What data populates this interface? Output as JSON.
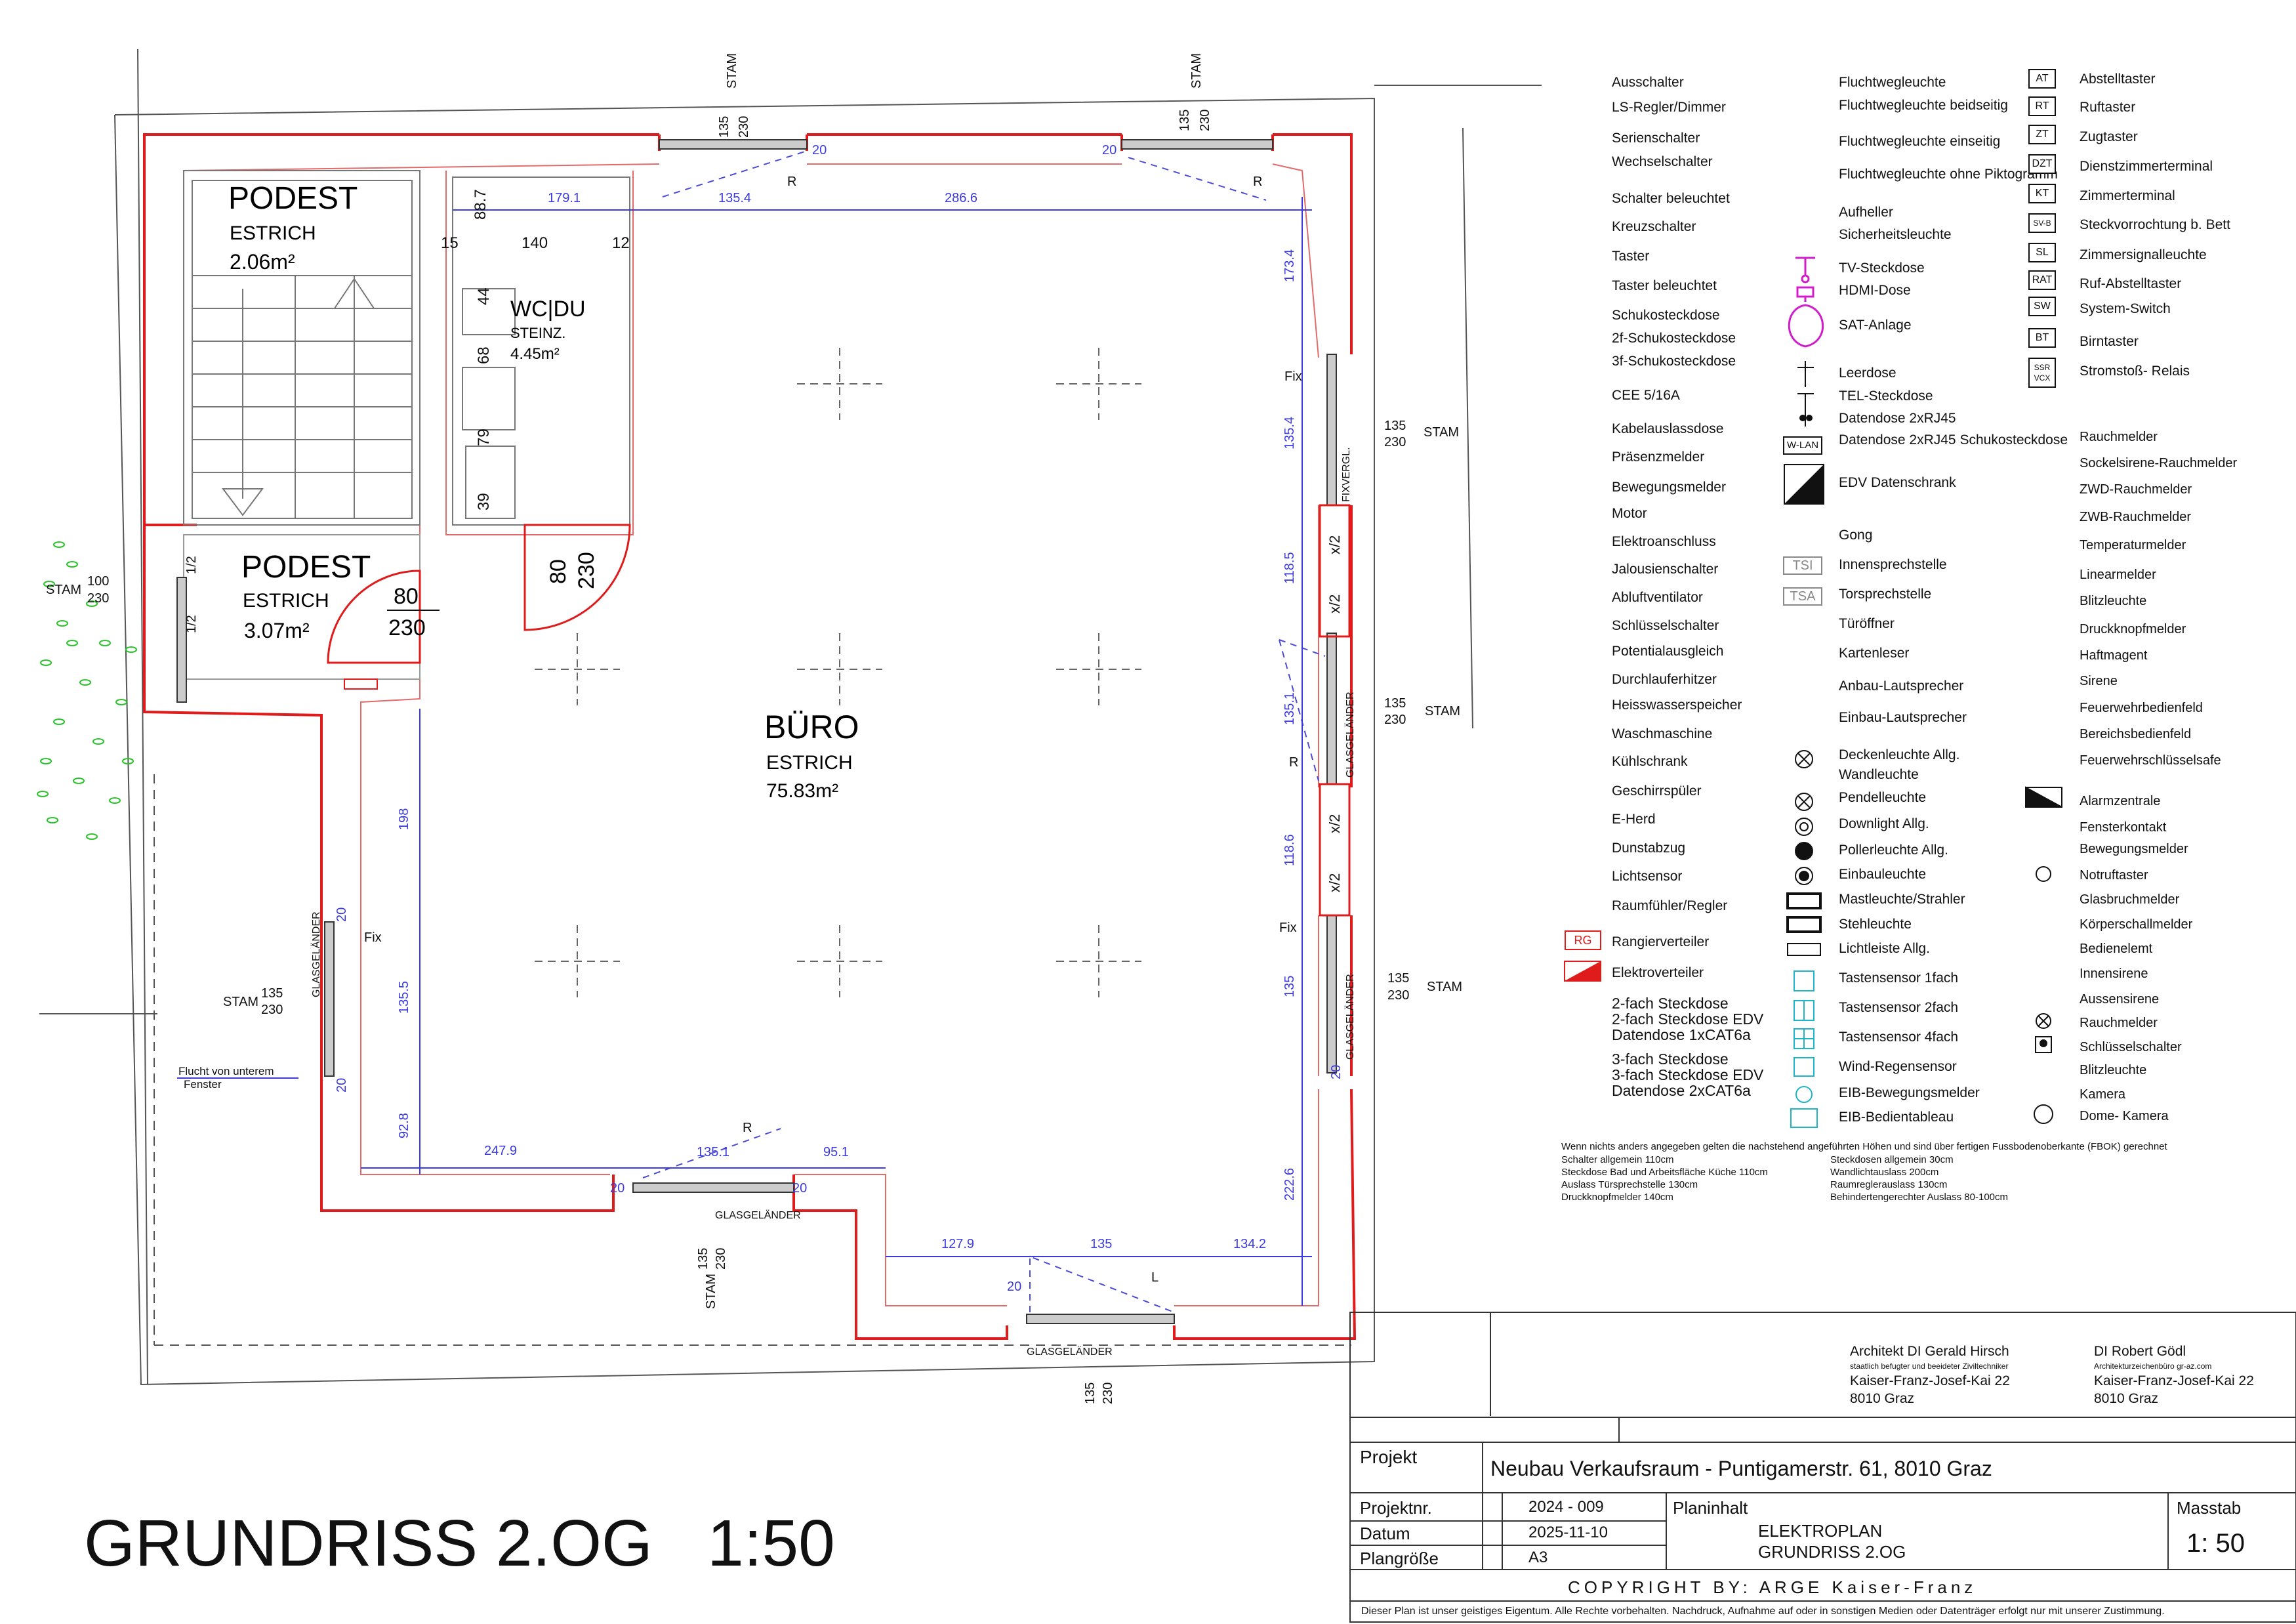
{
  "rooms": [
    {
      "name": "PODEST",
      "floor": "ESTRICH",
      "area": "2.06m²"
    },
    {
      "name": "PODEST",
      "floor": "ESTRICH",
      "area": "3.07m²"
    },
    {
      "name": "WC|DU",
      "floor": "STEINZ.",
      "area": "4.45m²"
    },
    {
      "name": "BÜRO",
      "floor": "ESTRICH",
      "area": "75.83m²"
    }
  ],
  "dimensions": {
    "top": [
      "179.1",
      "135.4",
      "286.6"
    ],
    "wc": [
      "88.7",
      "15",
      "140",
      "12",
      "44",
      "68",
      "79",
      "39"
    ],
    "right": [
      "173.4",
      "135.4",
      "118.5",
      "135.1",
      "118.6",
      "135",
      "222.6"
    ],
    "bottom": [
      "247.9",
      "135.1",
      "95.1",
      "127.9",
      "135",
      "134.2"
    ],
    "left": [
      "198",
      "135.5",
      "92.8"
    ],
    "door_wc": [
      "80",
      "230"
    ],
    "door_podest": [
      "80",
      "230"
    ]
  },
  "windows": {
    "stam": "STAM",
    "w135": "135",
    "h230": "230",
    "w100": "100",
    "w20": "20",
    "half": "1/2",
    "xhalf": "x/2",
    "fix": "Fix",
    "fixvergl": "FIXVERGL.",
    "glas": "GLASGELÄNDER",
    "r": "R",
    "l": "L",
    "flucht1": "Flucht von unterem",
    "flucht2": "Fenster"
  },
  "legend": {
    "col1": [
      "Ausschalter",
      "LS-Regler/Dimmer",
      "Serienschalter",
      "Wechselschalter",
      "Schalter beleuchtet",
      "Kreuzschalter",
      "Taster",
      "Taster beleuchtet",
      "Schukosteckdose",
      "2f-Schukosteckdose",
      "3f-Schukosteckdose",
      "CEE 5/16A",
      "Kabelauslassdose",
      "Präsenzmelder",
      "Bewegungsmelder",
      "Motor",
      "Elektroanschluss",
      "Jalousienschalter",
      "Abluftventilator",
      "Schlüsselschalter",
      "Potentialausgleich",
      "Durchlauferhitzer",
      "Heisswasserspeicher",
      "Waschmaschine",
      "Kühlschrank",
      "Geschirrspüler",
      "E-Herd",
      "Dunstabzug",
      "Lichtsensor",
      "Raumfühler/Regler",
      "Rangierverteiler",
      "Elektroverteiler"
    ],
    "col1_red": [
      "2-fach Steckdose",
      "2-fach Steckdose EDV",
      "Datendose 1xCAT6a",
      "3-fach Steckdose",
      "3-fach Steckdose EDV",
      "Datendose 2xCAT6a"
    ],
    "rg_label": "RG",
    "col2": [
      "Fluchtwegleuchte",
      "Fluchtwegleuchte beidseitig",
      "Fluchtwegleuchte einseitig",
      "Fluchtwegleuchte ohne Piktogramm",
      "Aufheller",
      "Sicherheitsleuchte",
      "TV-Steckdose",
      "HDMI-Dose",
      "SAT-Anlage",
      "Leerdose",
      "TEL-Steckdose",
      "Datendose 2xRJ45",
      "Datendose 2xRJ45 Schukosteckdose",
      "EDV Datenschrank",
      "Gong",
      "Innensprechstelle",
      "Torsprechstelle",
      "Türöffner",
      "Kartenleser",
      "Anbau-Lautsprecher",
      "Einbau-Lautsprecher",
      "Deckenleuchte Allg.",
      "Wandleuchte",
      "Pendelleuchte",
      "Downlight Allg.",
      "Pollerleuchte Allg.",
      "Einbauleuchte",
      "Mastleuchte/Strahler",
      "Stehleuchte",
      "Lichtleiste Allg.",
      "Tastensensor 1fach",
      "Tastensensor 2fach",
      "Tastensensor 4fach",
      "Wind-Regensensor",
      "EIB-Bewegungsmelder",
      "EIB-Bedientableau"
    ],
    "col2_symbols": [
      "W-LAN",
      "TSI",
      "TSA"
    ],
    "col3_codes": [
      "AT",
      "RT",
      "ZT",
      "DZT",
      "KT",
      "SV-B",
      "SL",
      "RAT",
      "SW",
      "BT",
      "SSR VCX"
    ],
    "col3": [
      "Abstelltaster",
      "Ruftaster",
      "Zugtaster",
      "Dienstzimmerterminal",
      "Zimmerterminal",
      "Steckvorrochtung b. Bett",
      "Zimmersignalleuchte",
      "Ruf-Abstelltaster",
      "System-Switch",
      "Birntaster",
      "Stromstoß- Relais"
    ],
    "col3_b": [
      "Rauchmelder",
      "Sockelsirene-Rauchmelder",
      "ZWD-Rauchmelder",
      "ZWB-Rauchmelder",
      "Temperaturmelder",
      "Linearmelder",
      "Blitzleuchte",
      "Druckknopfmelder",
      "Haftmagent",
      "Sirene",
      "Feuerwehrbedienfeld",
      "Bereichsbedienfeld",
      "Feuerwehrschlüsselsafe"
    ],
    "col3_c": [
      "Alarmzentrale",
      "Fensterkontakt",
      "Bewegungsmelder",
      "Notruftaster",
      "Glasbruchmelder",
      "Körperschallmelder",
      "Bedienelemt",
      "Innensirene",
      "Aussensirene",
      "Rauchmelder",
      "Schlüsselschalter",
      "Blitzleuchte",
      "Kamera",
      "Dome- Kamera"
    ]
  },
  "notes": {
    "heading": "Wenn nichts anders angegeben gelten die nachstehend angeführten Höhen und sind über fertigen Fussbodenoberkante (FBOK) gerechnet",
    "left": [
      "Schalter allgemein 110cm",
      "Steckdose Bad und Arbeitsfläche Küche 110cm",
      "Auslass Türsprechstelle 130cm",
      "Druckknopfmelder 140cm"
    ],
    "right": [
      "Steckdosen allgemein 30cm",
      "Wandlichtauslass 200cm",
      "Raumreglerauslass 130cm",
      "Behindertengerechter Auslass 80-100cm"
    ]
  },
  "architects": [
    {
      "name": "Architekt DI Gerald Hirsch",
      "sub": "staatlich befugter und beeideter Ziviltechniker",
      "street": "Kaiser-Franz-Josef-Kai 22",
      "city": "8010 Graz"
    },
    {
      "name": "DI Robert Gödl",
      "sub": "Architekturzeichenbüro gr-az.com",
      "street": "Kaiser-Franz-Josef-Kai 22",
      "city": "8010 Graz"
    }
  ],
  "titleblock": {
    "projekt_label": "Projekt",
    "projekt": "Neubau Verkaufsraum - Puntigamerstr. 61, 8010 Graz",
    "projektnr_label": "Projektnr.",
    "projektnr": "2024 - 009",
    "datum_label": "Datum",
    "datum": "2025-11-10",
    "plangroesse_label": "Plangröße",
    "plangroesse": "A3",
    "planinhalt_label": "Planinhalt",
    "planinhalt1": "ELEKTROPLAN",
    "planinhalt2": "GRUNDRISS 2.OG",
    "masstab_label": "Masstab",
    "masstab": "1: 50",
    "copyright": "COPYRIGHT BY: ARGE Kaiser-Franz",
    "disclaimer": "Dieser Plan ist unser geistiges Eigentum. Alle Rechte vorbehalten. Nachdruck, Aufnahme auf oder in sonstigen Medien oder Datenträger erfolgt nur mit unserer Zustimmung."
  },
  "drawing_title": "GRUNDRISS 2.OG   1:50"
}
